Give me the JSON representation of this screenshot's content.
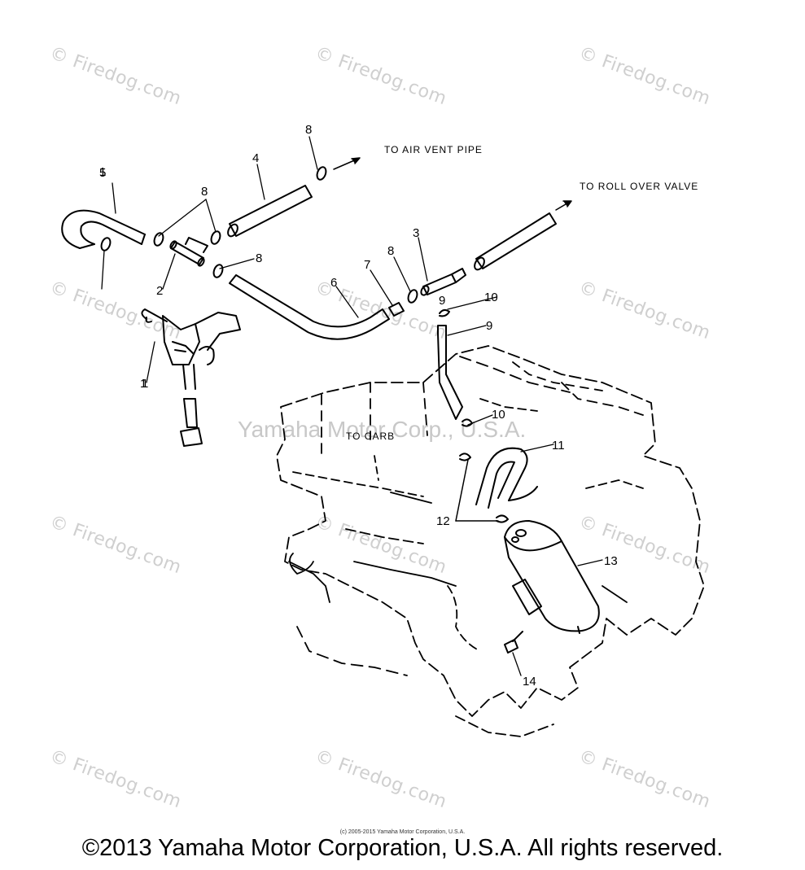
{
  "watermarks": {
    "site": "© Firedog.com",
    "center": "Yamaha Motor Corp., U.S.A."
  },
  "notes": {
    "air_vent": "TO AIR VENT PIPE",
    "roll_over": "TO ROLL OVER VALVE",
    "carb": "TO CARB"
  },
  "callouts": [
    "1",
    "2",
    "3",
    "4",
    "5",
    "6",
    "7",
    "8",
    "8",
    "8",
    "8",
    "9",
    "9",
    "10",
    "10",
    "11",
    "12",
    "13",
    "14"
  ],
  "copyright": {
    "small": "(c) 2005-2015 Yamaha Motor Corporation, U.S.A.",
    "main": "©2013 Yamaha Motor Corporation, U.S.A. All rights reserved."
  },
  "colors": {
    "ink": "#000000",
    "watermark": "#cfcfcf",
    "background": "#ffffff"
  }
}
